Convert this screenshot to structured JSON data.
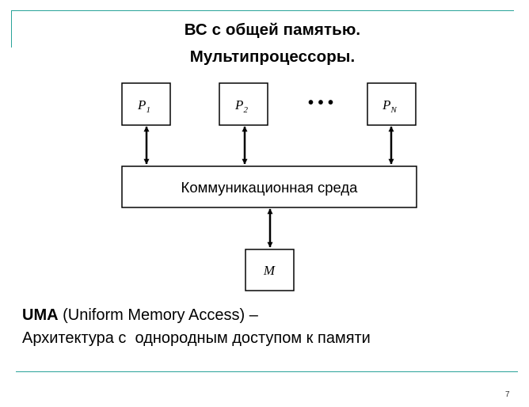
{
  "slide": {
    "title_line_1": "ВС с общей памятью.",
    "title_line_2": "Мультипроцессоры.",
    "page_number": "7"
  },
  "diagram": {
    "processors": [
      {
        "base": "P",
        "sub": "1"
      },
      {
        "base": "P",
        "sub": "2"
      },
      {
        "base": "P",
        "sub": "N"
      }
    ],
    "ellipsis": "• • •",
    "bus_label": "Коммуникационная среда",
    "memory_label": "M"
  },
  "description": {
    "term": "UMA",
    "expansion": " (Uniform Memory Access) –",
    "line_2": "Архитектура с  однородным доступом к памяти"
  },
  "colors": {
    "accent_line": "#2aa39a",
    "diagram_stroke": "#000000"
  }
}
